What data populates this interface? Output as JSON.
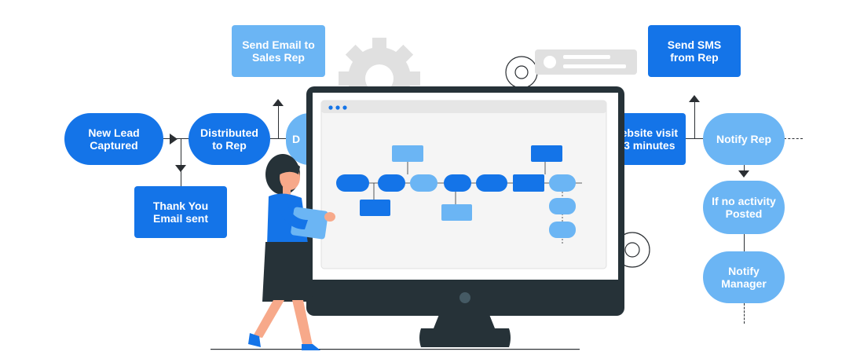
{
  "diagram": {
    "nodes": {
      "new_lead": "New Lead\nCaptured",
      "thank_you": "Thank You\nEmail sent",
      "distributed": "Distributed\nto Rep",
      "send_email": "Send Email to\nSales Rep",
      "partial_d": "D",
      "website_visit": "ebsite visit\n3 minutes",
      "send_sms": "Send SMS\nfrom Rep",
      "notify_rep": "Notify Rep",
      "no_activity": "If no activity\nPosted",
      "notify_manager": "Notify\nManager"
    }
  },
  "colors": {
    "node_dark": "#1474e8",
    "node_light": "#6bb5f4",
    "monitor": "#263238",
    "gear": "#e0e0e0",
    "person_top": "#1474e8",
    "skin": "#f7a98a"
  },
  "illustration": {
    "character": "woman-holding-tablet",
    "gears": [
      "gear-top",
      "gear-small-top-right",
      "gear-bottom-right"
    ]
  }
}
